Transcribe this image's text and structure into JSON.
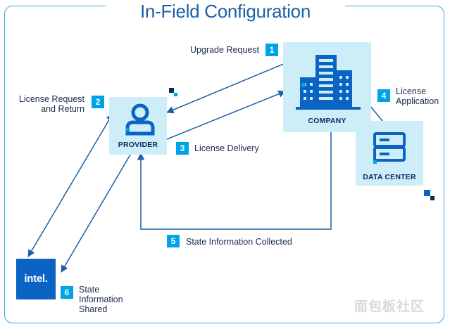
{
  "title": "In-Field Configuration",
  "nodes": {
    "provider": "PROVIDER",
    "company": "COMPANY",
    "data_center": "DATA CENTER",
    "intel_logo": "intel."
  },
  "steps": [
    {
      "number": "1",
      "label": "Upgrade Request"
    },
    {
      "number": "2",
      "label": "License Request and Return"
    },
    {
      "number": "3",
      "label": "License Delivery"
    },
    {
      "number": "4",
      "label": "License Application"
    },
    {
      "number": "5",
      "label": "State Information Collected"
    },
    {
      "number": "6",
      "label": "State Information Shared"
    }
  ],
  "watermark": "面包板社区",
  "colors": {
    "accent": "#00a3e8",
    "arrow": "#1c5fa8",
    "box_fill": "#cdeef9",
    "dark_navy": "#0a2a5e",
    "intel_blue": "#0b63c4"
  }
}
